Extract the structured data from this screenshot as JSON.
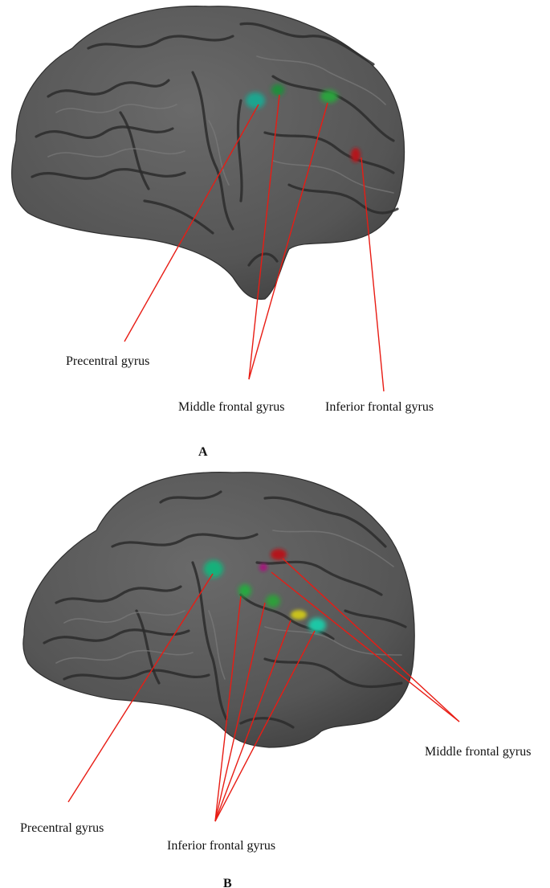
{
  "panels": [
    {
      "id": "A",
      "letter": "A",
      "labels": {
        "precentral": "Precentral gyrus",
        "middle_frontal": "Middle frontal gyrus",
        "inferior_frontal": "Inferior frontal gyrus"
      },
      "activation_colors": [
        "#1aa58f",
        "#1e8f3a",
        "#2aa33c",
        "#b3171b"
      ]
    },
    {
      "id": "B",
      "letter": "B",
      "labels": {
        "precentral": "Precentral gyrus",
        "inferior_frontal": "Inferior frontal gyrus",
        "middle_frontal": "Middle frontal gyrus"
      },
      "activation_colors": [
        "#18b07a",
        "#25a83f",
        "#2f9e3a",
        "#c9c21c",
        "#1fc7a6",
        "#b3171b",
        "#a3127a"
      ]
    }
  ],
  "colors": {
    "brain_fill": "#5a5a5a",
    "leader_line": "#e81c14"
  }
}
